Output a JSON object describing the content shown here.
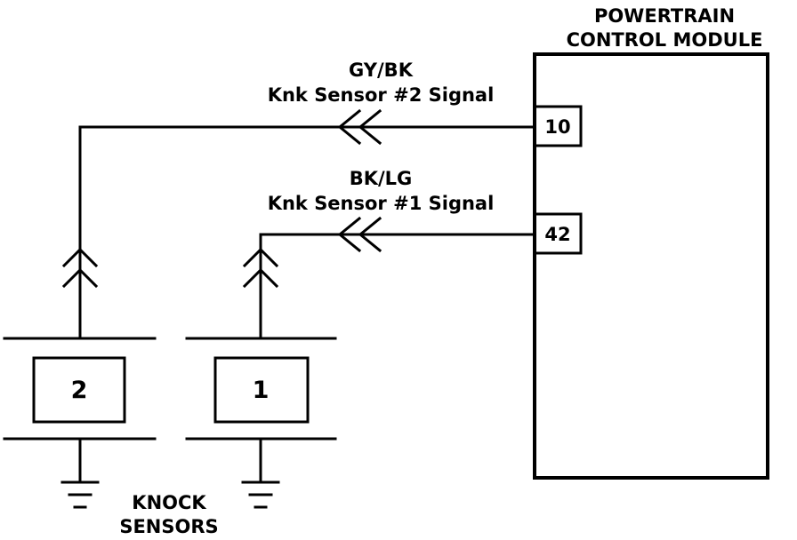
{
  "module": {
    "title_line1": "POWERTRAIN",
    "title_line2": "CONTROL  MODULE",
    "pins": [
      {
        "pin": "10",
        "wire_color": "GY/BK",
        "signal": "Knk  Sensor  #2  Signal"
      },
      {
        "pin": "42",
        "wire_color": "BK/LG",
        "signal": "Knk  Sensor  #1  Signal"
      }
    ]
  },
  "sensors": {
    "items": [
      {
        "number": "2"
      },
      {
        "number": "1"
      }
    ],
    "caption_line1": "KNOCK",
    "caption_line2": "SENSORS"
  }
}
